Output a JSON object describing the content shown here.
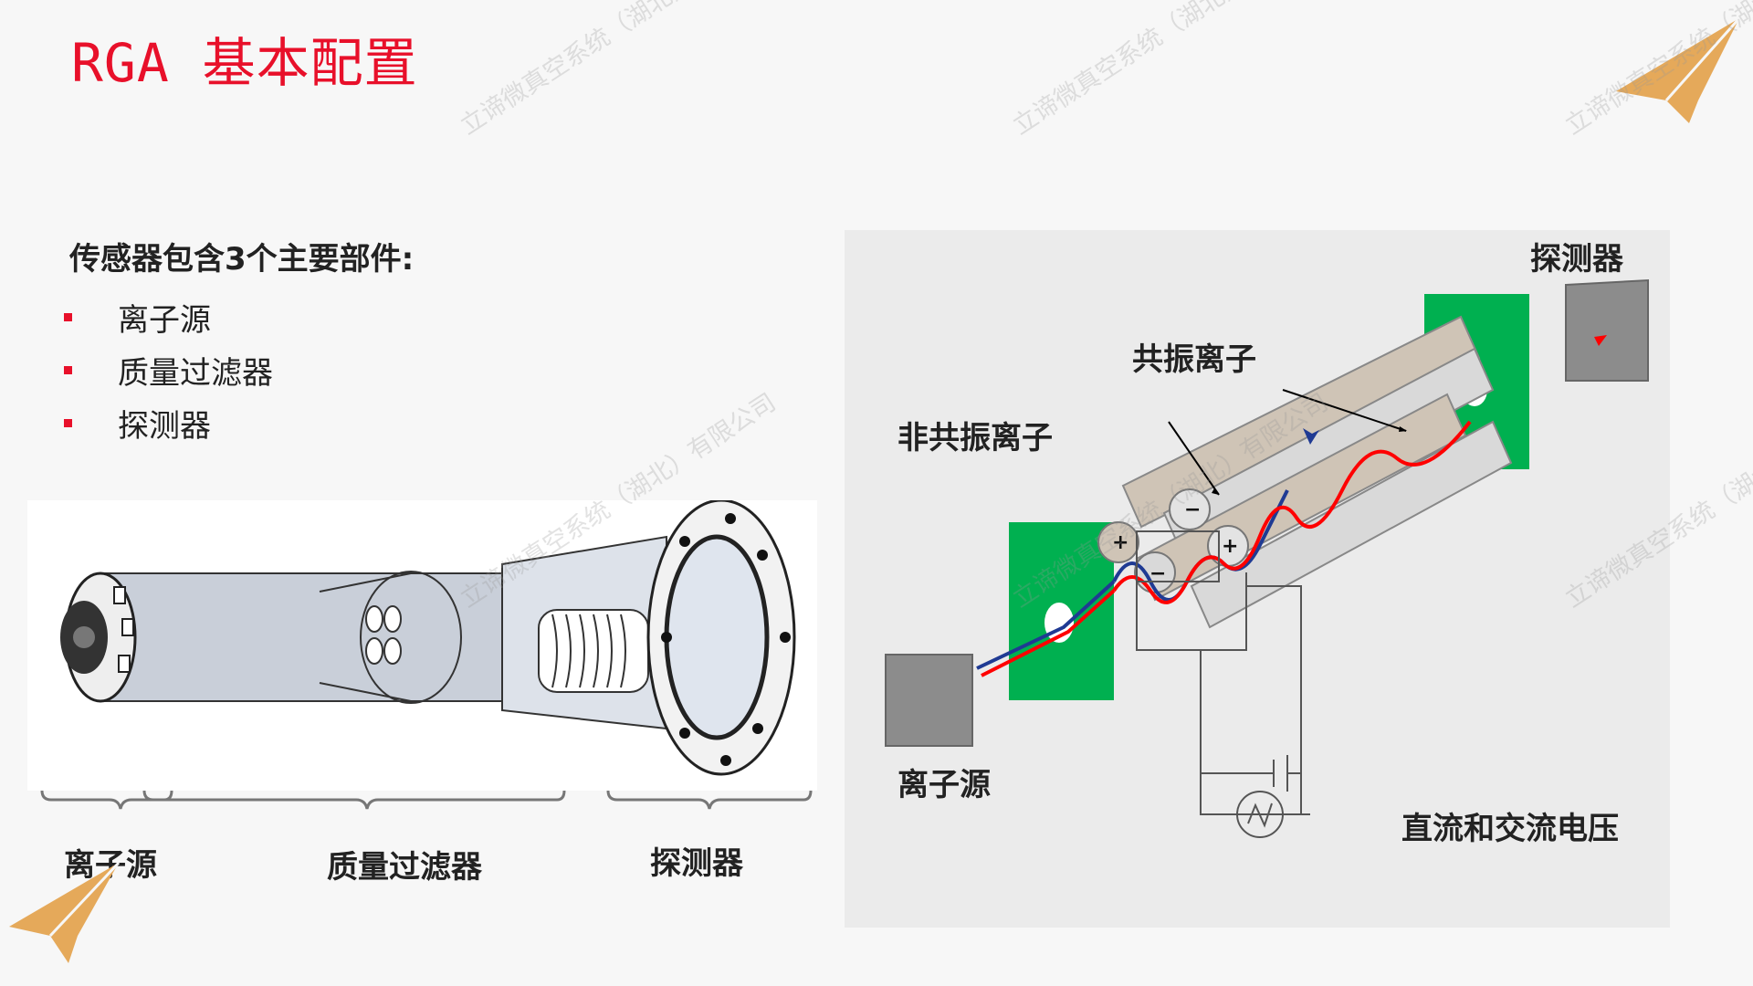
{
  "title": "RGA  基本配置",
  "intro": "传感器包含3个主要部件:",
  "bullets": [
    "离子源",
    "质量过滤器",
    "探测器"
  ],
  "sensor_labels": {
    "ion_source": "离子源",
    "mass_filter": "质量过滤器",
    "detector": "探测器"
  },
  "diagram_labels": {
    "detector": "探测器",
    "resonant_ions": "共振离子",
    "non_resonant_ions": "非共振离子",
    "ion_source": "离子源",
    "voltage": "直流和交流电压",
    "plus": "+",
    "minus": "−"
  },
  "watermark": "立谛微真空系统（湖北）有限公司",
  "colors": {
    "title": "#e8102a",
    "bullet": "#e8102a",
    "green_plate": "#00b050",
    "detector_gray": "#8c8c8c",
    "ion_red": "#ff0000",
    "ion_blue": "#1f3a93",
    "plane_orange": "#e5a95a"
  }
}
